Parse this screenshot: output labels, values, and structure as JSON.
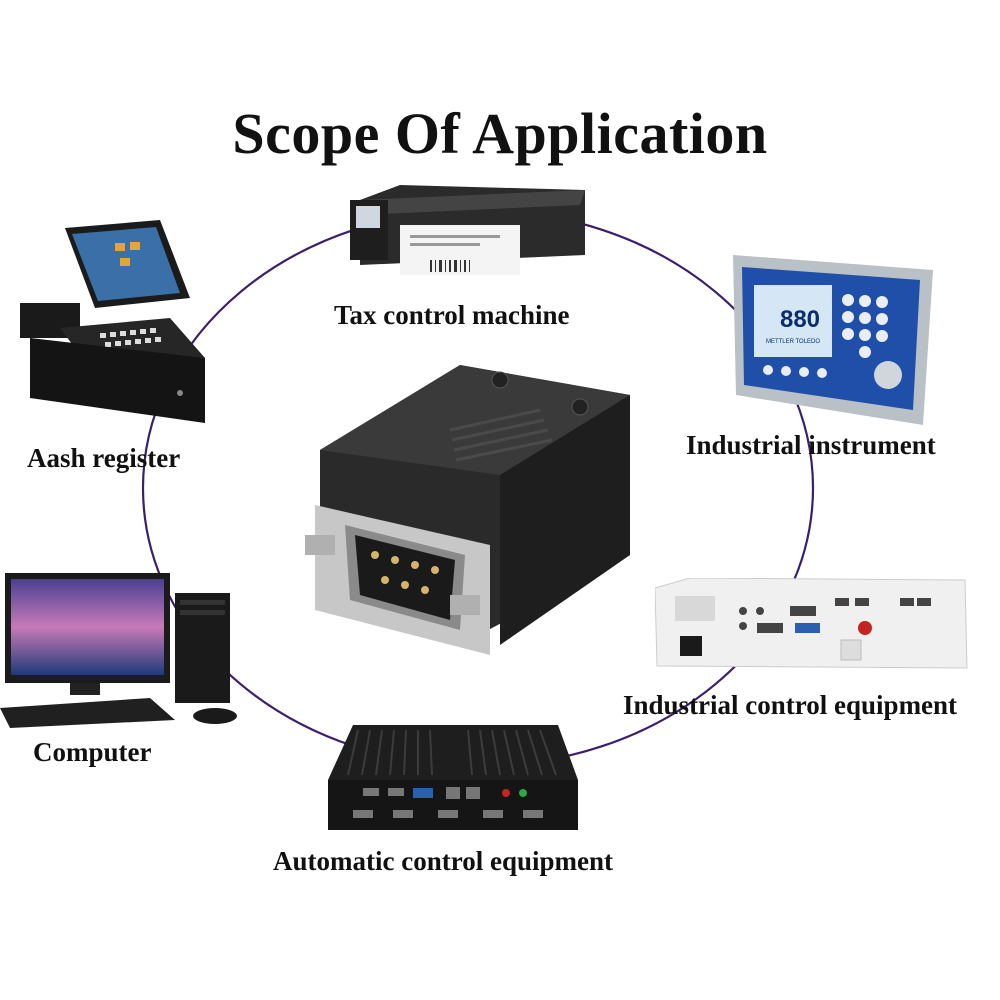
{
  "title": "Scope Of Application",
  "labels": {
    "tax": "Tax control machine",
    "cash": "Aash register",
    "industrial_instrument": "Industrial instrument",
    "industrial_control": "Industrial control equipment",
    "computer": "Computer",
    "automatic_control": "Automatic control equipment"
  },
  "instrument_display": {
    "reading": "880",
    "brand": "METTLER TOLEDO"
  },
  "colors": {
    "ring": "#3b1e6e",
    "device_dark": "#2a2a2a",
    "accent_blue": "#1f4fa8"
  }
}
